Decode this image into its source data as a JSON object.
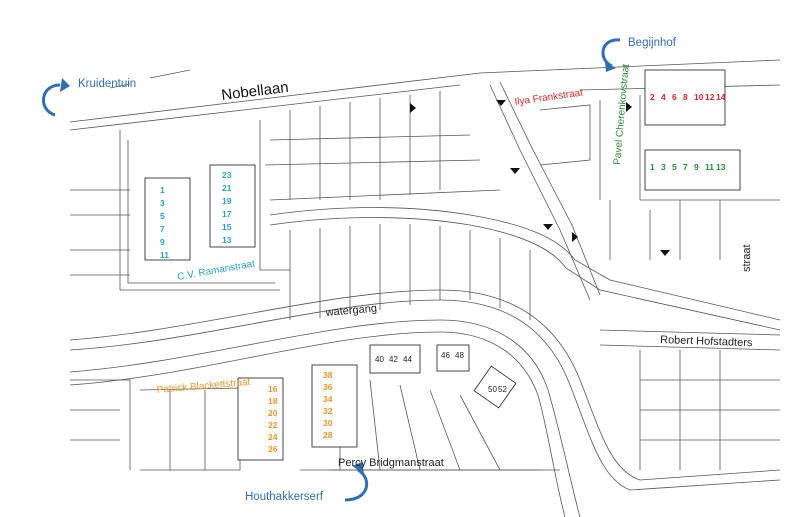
{
  "places": {
    "kruidentuin": "Kruidentuin",
    "begijnhof": "Begijnhof",
    "houthakkerserf": "Houthakkerserf"
  },
  "streets": {
    "nobellaan": "Nobellaan",
    "ilya": "Ilya Frankstraat",
    "pavel": "Pavel Cherenkovstraat",
    "cv": "C.V. Ramanstraat",
    "watergang": "watergang",
    "robert": "Robert Hofstadters",
    "patrick": "Patrick Blackettstraat",
    "percy": "Percy Bridgmanstraat",
    "straat": "straat"
  },
  "colors": {
    "blue": "#2aa3c8",
    "red": "#e0262b",
    "green": "#2e8b3a",
    "orange": "#f0962a",
    "place": "#2f6fb0"
  },
  "houses": {
    "blue_left": [
      "1",
      "3",
      "5",
      "7",
      "9",
      "11"
    ],
    "blue_right": [
      "23",
      "21",
      "19",
      "17",
      "15",
      "13"
    ],
    "red_top": [
      "2",
      "4",
      "6",
      "8",
      "10",
      "12",
      "14"
    ],
    "green_bottom": [
      "1",
      "3",
      "5",
      "7",
      "9",
      "11",
      "13"
    ],
    "orange_left": [
      "16",
      "18",
      "20",
      "22",
      "24",
      "26"
    ],
    "orange_right": [
      "38",
      "36",
      "34",
      "32",
      "30",
      "28"
    ],
    "black_block1": [
      "40",
      "42",
      "44"
    ],
    "black_block2": [
      "46",
      "48"
    ],
    "black_block3": [
      "50",
      "52"
    ]
  }
}
